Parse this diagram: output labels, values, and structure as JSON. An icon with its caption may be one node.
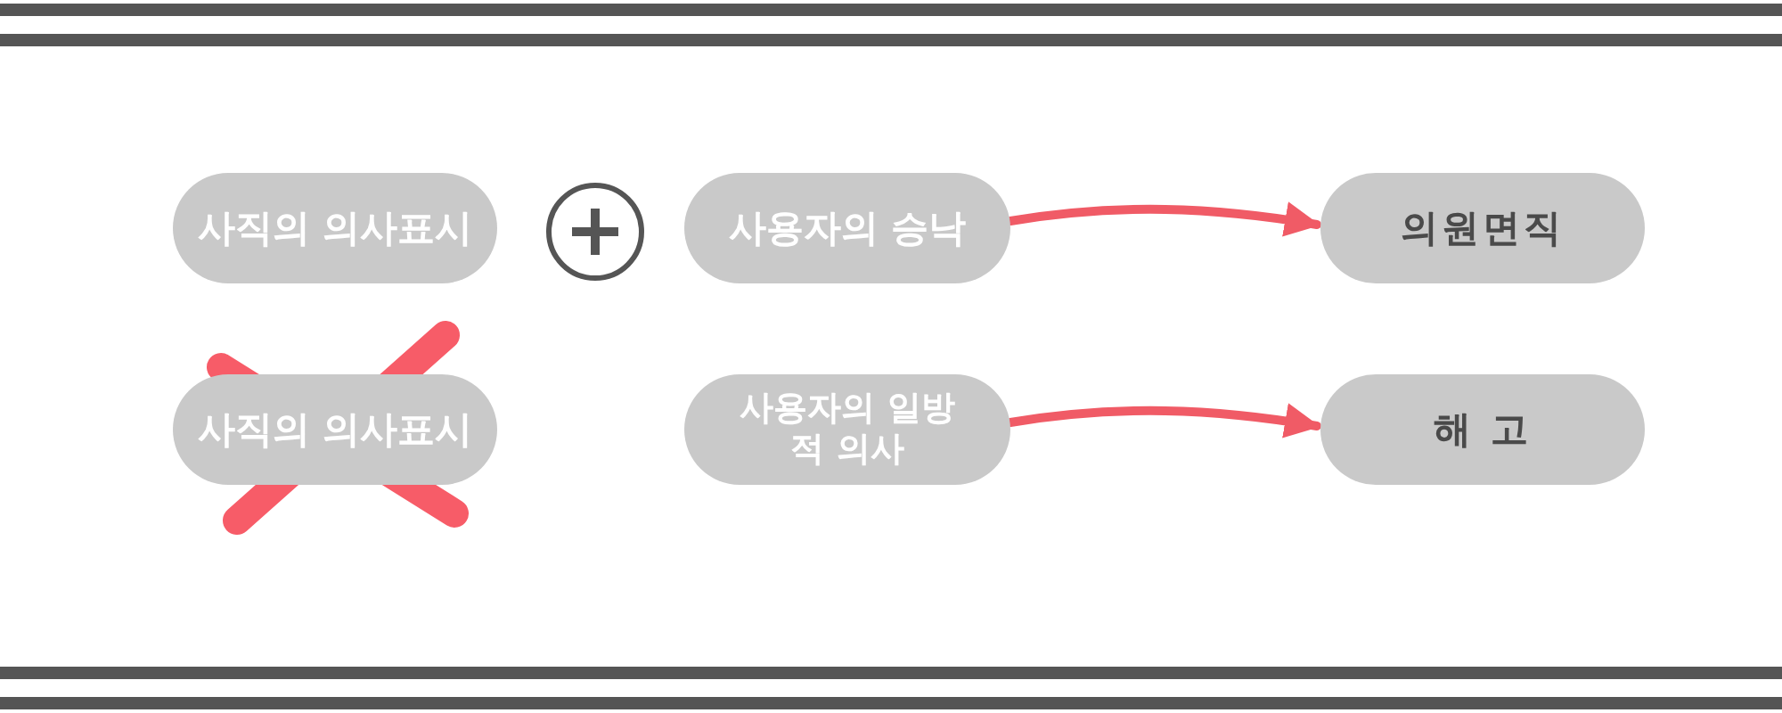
{
  "diagram": {
    "nodes": [
      {
        "text": [
          "사직의 의사표시"
        ]
      },
      {
        "text": [
          "사용자의 승낙"
        ]
      },
      {
        "text": [
          "의원면직"
        ]
      },
      {
        "text": [
          "사직의 의사표시"
        ]
      },
      {
        "text": [
          "사용자의 일방적 의사"
        ]
      },
      {
        "text": [
          "해 고"
        ]
      }
    ],
    "edges": [
      {
        "from": 1,
        "to": 2,
        "arrow": "to"
      },
      {
        "from": 4,
        "to": 5,
        "arrow": "to"
      }
    ]
  }
}
